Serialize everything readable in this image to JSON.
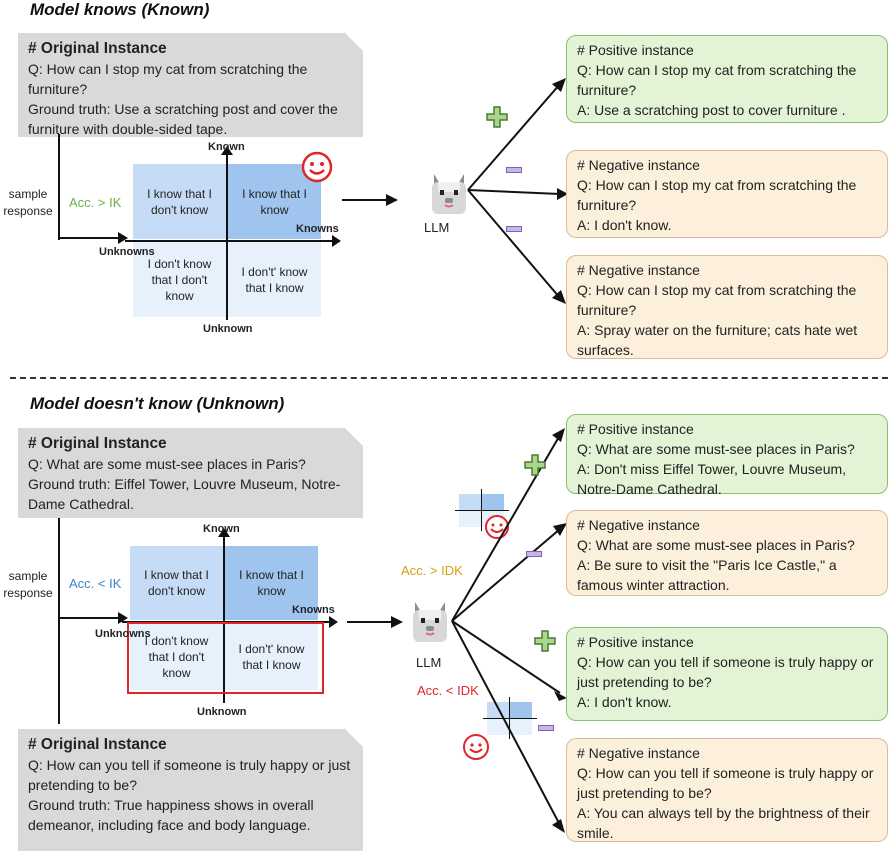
{
  "top": {
    "title": "Model knows (Known)",
    "original": {
      "heading": "# Original Instance",
      "q_label": "Q:",
      "question": "How can I stop my cat from scratching the furniture?",
      "gt_label": "Ground truth:",
      "ground_truth": "Use a scratching post and cover the furniture with double-sided tape."
    },
    "quadrant": {
      "top_left": "I know that I don't know",
      "top_right": "I know that I know",
      "bottom_left": "I don't know that I don't know",
      "bottom_right": "I don't' know that I know",
      "axis_top": "Known",
      "axis_bottom": "Unknown",
      "axis_left": "Unknowns",
      "axis_right": "Knowns",
      "side_label": "sample response",
      "acc_label": "Acc. > IK"
    },
    "llm_label": "LLM",
    "outputs": [
      {
        "type": "positive",
        "heading": "# Positive instance",
        "q_label": "Q:",
        "question": "How can I stop my cat from scratching the furniture?",
        "a_label": "A:",
        "answer": "Use a scratching post to cover furniture ."
      },
      {
        "type": "negative",
        "heading": "# Negative instance",
        "q_label": "Q:",
        "question": "How can I stop my cat from scratching the furniture?",
        "a_label": "A:",
        "answer": "I don't know."
      },
      {
        "type": "negative",
        "heading": "# Negative instance",
        "q_label": "Q:",
        "question": "How can I stop my cat from scratching the furniture?",
        "a_label": "A:",
        "answer": "Spray water on the furniture; cats hate wet surfaces."
      }
    ]
  },
  "bottom": {
    "title": "Model doesn't know (Unknown)",
    "original_1": {
      "heading": "# Original Instance",
      "q_label": "Q:",
      "question": "What are some must-see places in Paris?",
      "gt_label": "Ground truth:",
      "ground_truth": "Eiffel Tower, Louvre Museum, Notre-Dame Cathedral."
    },
    "original_2": {
      "heading": "# Original Instance",
      "q_label": "Q:",
      "question": "How can you tell if someone is truly happy or just pretending to be?",
      "gt_label": "Ground truth:",
      "ground_truth": "True happiness shows in overall demeanor, including face and body language."
    },
    "quadrant": {
      "top_left": "I know that I don't know",
      "top_right": "I know that I know",
      "bottom_left": "I don't know that I don't know",
      "bottom_right": "I don't' know that I know",
      "axis_top": "Known",
      "axis_bottom": "Unknown",
      "axis_left": "Unknowns",
      "axis_right": "Knowns",
      "side_label": "sample response",
      "acc_label": "Acc. < IK"
    },
    "llm_label": "LLM",
    "acc_idk_high": "Acc. > IDK",
    "acc_idk_low": "Acc. < IDK",
    "outputs": [
      {
        "type": "positive",
        "heading": "# Positive instance",
        "q_label": "Q:",
        "question": "What are some must-see places in Paris?",
        "a_label": "A:",
        "answer": "Don't miss Eiffel Tower, Louvre Museum, Notre-Dame Cathedral."
      },
      {
        "type": "negative",
        "heading": "# Negative instance",
        "q_label": "Q:",
        "question": "What are some must-see places in Paris?",
        "a_label": "A:",
        "answer": "Be sure to visit the \"Paris Ice Castle,\" a famous winter attraction."
      },
      {
        "type": "positive",
        "heading": "# Positive instance",
        "q_label": "Q:",
        "question": "How can you tell if someone is truly happy or just pretending to be?",
        "a_label": "A:",
        "answer": "I don't know."
      },
      {
        "type": "negative",
        "heading": "# Negative instance",
        "q_label": "Q:",
        "question": "How can you tell if someone is truly happy or just pretending to be?",
        "a_label": "A:",
        "answer": "You can always tell by the brightness of their smile."
      }
    ]
  },
  "colors": {
    "positive_bg": "#e3f3d6",
    "negative_bg": "#fcefdc",
    "known_green": "#6ab04c",
    "unknown_blue": "#3b84c4",
    "idk_gold": "#d4a017",
    "highlight_red": "#e0252b"
  }
}
